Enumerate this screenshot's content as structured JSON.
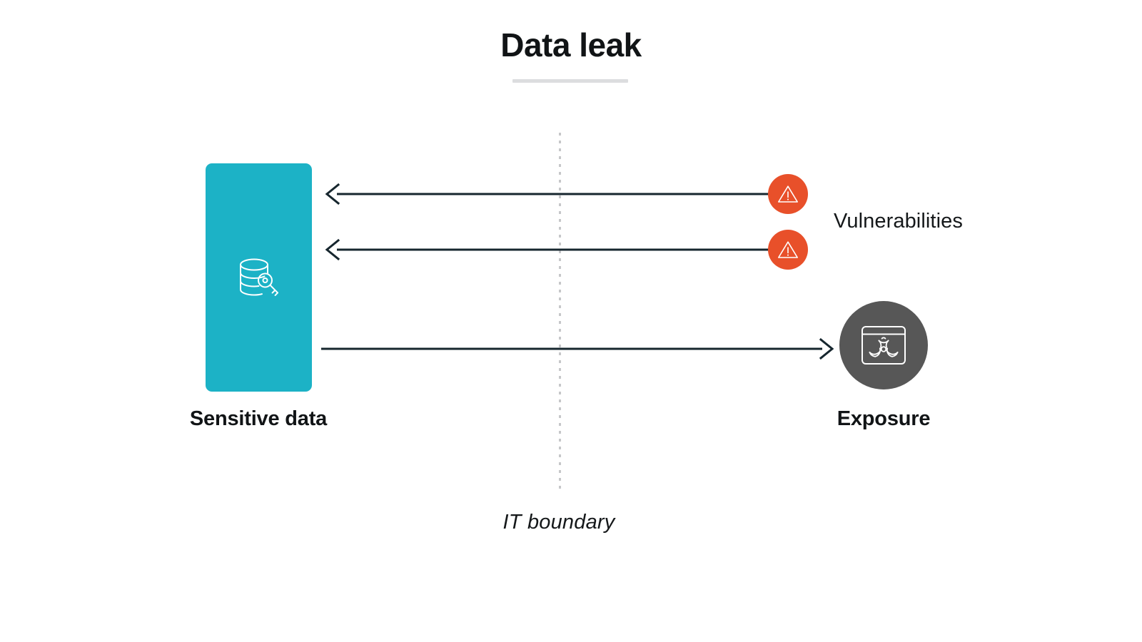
{
  "diagram": {
    "title": "Data leak",
    "boundary": {
      "label": "IT boundary",
      "style": "dotted-vertical"
    },
    "nodes": [
      {
        "id": "sensitive-data",
        "label": "Sensitive data",
        "icon": "database-key-icon",
        "shape": "rounded-rectangle",
        "color": "#1CB2C6",
        "side": "internal"
      },
      {
        "id": "vulnerabilities",
        "label": "Vulnerabilities",
        "icon": "warning-triangle-icon",
        "shape": "circle",
        "color": "#E8502A",
        "count": 2,
        "side": "external"
      },
      {
        "id": "exposure",
        "label": "Exposure",
        "icon": "biohazard-window-icon",
        "shape": "circle",
        "color": "#575757",
        "side": "external"
      }
    ],
    "arrows": [
      {
        "id": "arrow-vulnerability-1",
        "from": "vulnerabilities",
        "to": "sensitive-data",
        "direction": "left",
        "color": "#16262E"
      },
      {
        "id": "arrow-vulnerability-2",
        "from": "vulnerabilities",
        "to": "sensitive-data",
        "direction": "left",
        "color": "#16262E"
      },
      {
        "id": "arrow-exposure",
        "from": "sensitive-data",
        "to": "exposure",
        "direction": "right",
        "color": "#16262E"
      }
    ],
    "colors": {
      "background": "#FFFFFF",
      "teal": "#1CB2C6",
      "orange": "#E8502A",
      "gray": "#575757",
      "arrow": "#16262E",
      "rule": "#DCDDDF",
      "dotted": "#C6C7C9",
      "text": "#111416"
    }
  }
}
